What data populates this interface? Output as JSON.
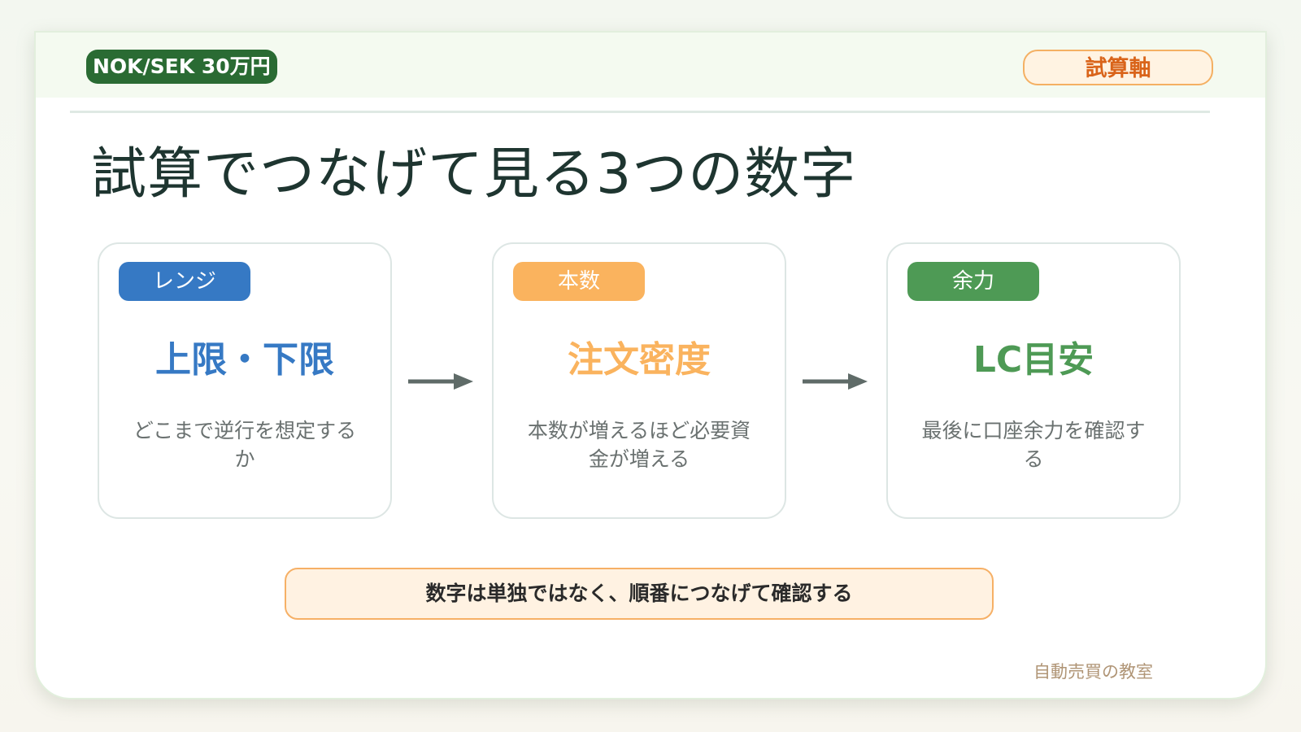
{
  "header": {
    "pair_badge": "NOK/SEK 30万円",
    "axis_badge": "試算軸"
  },
  "title": "試算でつなげて見る3つの数字",
  "cards": [
    {
      "tag": "レンジ",
      "main": "上限・下限",
      "desc": "どこまで逆行を想定するか",
      "color": "#3679c4"
    },
    {
      "tag": "本数",
      "main": "注文密度",
      "desc": "本数が増えるほど必要資金が増える",
      "color": "#fab35e"
    },
    {
      "tag": "余力",
      "main": "LC目安",
      "desc": "最後に口座余力を確認する",
      "color": "#4e9a55"
    }
  ],
  "note": "数字は単独ではなく、順番につなげて確認する",
  "footer": "自動売買の教室"
}
